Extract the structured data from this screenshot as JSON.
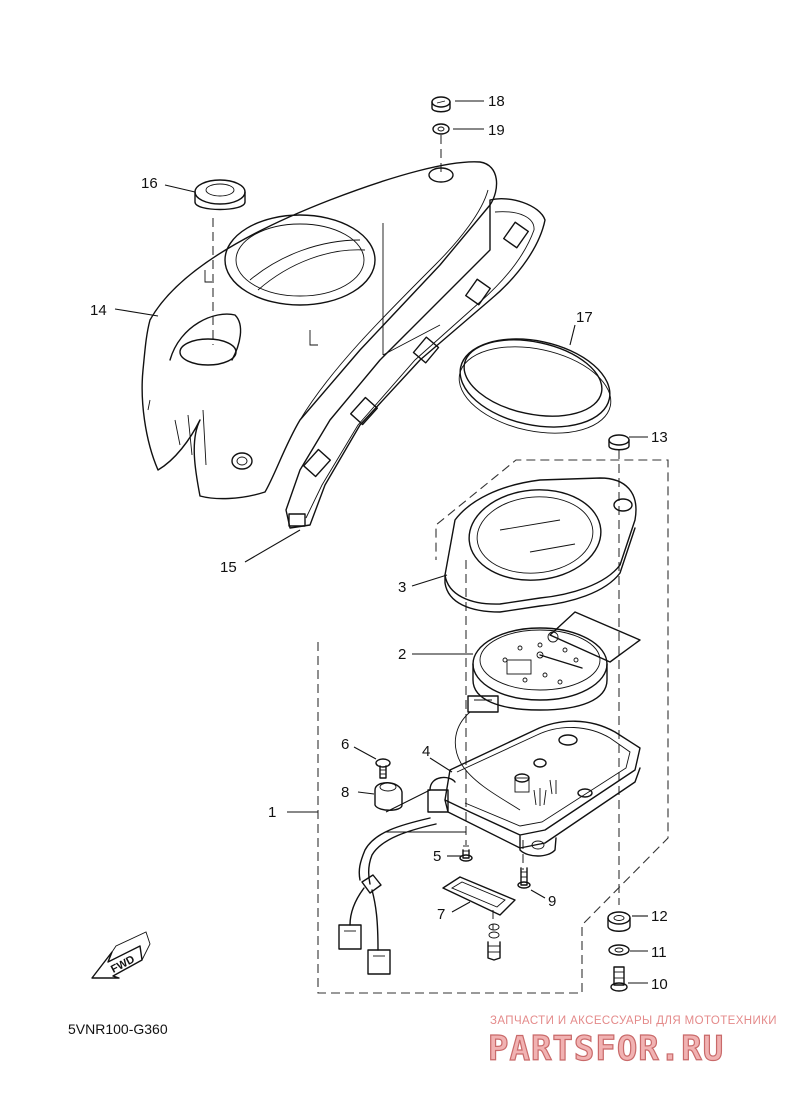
{
  "diagram_code": "5VNR100-G360",
  "fwd_label": "FWD",
  "watermark": {
    "tagline": "ЗАПЧАСТИ И АКСЕССУАРЫ ДЛЯ МОТОТЕХНИКИ",
    "brand": "PARTSFOR.RU"
  },
  "callouts": [
    "1",
    "2",
    "3",
    "4",
    "5",
    "6",
    "7",
    "8",
    "9",
    "10",
    "11",
    "12",
    "13",
    "14",
    "15",
    "16",
    "17",
    "18",
    "19"
  ]
}
